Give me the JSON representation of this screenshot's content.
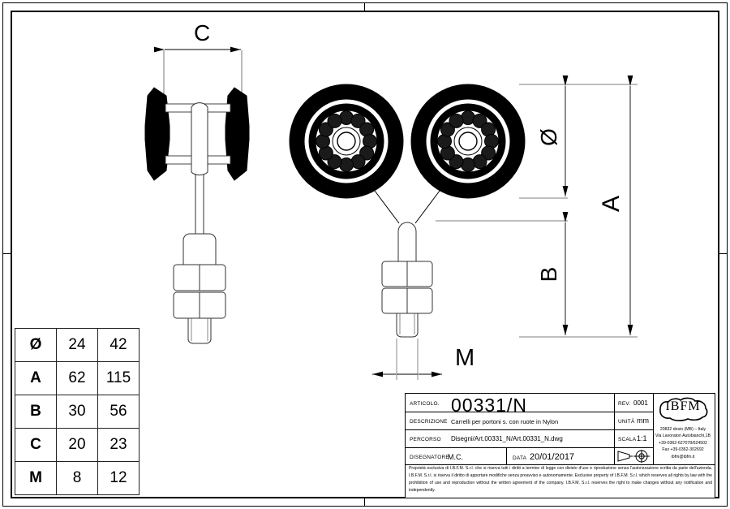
{
  "drawing": {
    "dimensions": {
      "c_label": "C",
      "diameter_label": "Ø",
      "a_label": "A",
      "b_label": "B",
      "m_label": "M"
    }
  },
  "spec_table": {
    "rows": [
      {
        "key": "Ø",
        "v1": "24",
        "v2": "42"
      },
      {
        "key": "A",
        "v1": "62",
        "v2": "115"
      },
      {
        "key": "B",
        "v1": "30",
        "v2": "56"
      },
      {
        "key": "C",
        "v1": "20",
        "v2": "23"
      },
      {
        "key": "M",
        "v1": "8",
        "v2": "12"
      }
    ]
  },
  "title_block": {
    "articolo_label": "ARTICOLO.",
    "articolo_value": "00331/N",
    "descrizione_label": "DESCRIZIONE",
    "descrizione_value": "Carrelli per portoni s. con ruote in Nylon",
    "percorso_label": "PERCORSO",
    "percorso_value": "Disegni/Art.00331_N/Art.00331_N.dwg",
    "disegnatore_label": "DISEGNATORE",
    "disegnatore_value": "M.C.",
    "data_label": "DATA",
    "data_value": "20/01/2017",
    "rev_label": "REV.",
    "rev_value": "0001",
    "unita_label": "UNITÀ",
    "unita_value": "mm",
    "scala_label": "SCALA",
    "scala_value": "1:1",
    "logo_text": "IBFM",
    "address": [
      "20832 desio (MB) – Italy",
      "Via Lavoratori Autobianchi,1B",
      "+39-0362-627078/624502",
      "Fax +39-0362-302692",
      "ibfm@ibfm.it"
    ],
    "legal_text": "Proprietà esclusiva di I.B.F.M. S.r.l. che si riserva tutti i diritti a termine di legge con divieto d'uso e riproduzione senza l'autorizzazione scritta da parte dell'azienda. I.B.F.M. S.r.l. si riserva il diritto di apportare modifiche senza preavviso e autonomamente. Exclusive property of I.B.F.M. S.r.l. which reserves all rights by law with the prohibition of use and reproduction without the written agreement of the company. I.B.F.M. S.r.l. reserves the right to make changes without any notification and independently."
  }
}
